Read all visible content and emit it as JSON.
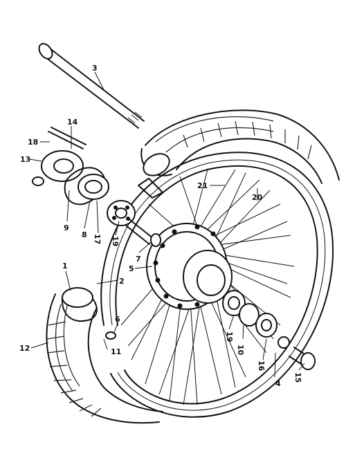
{
  "diagram": {
    "callouts": [
      {
        "id": "c1",
        "text": "1"
      },
      {
        "id": "c2",
        "text": "2"
      },
      {
        "id": "c3",
        "text": "3"
      },
      {
        "id": "c4",
        "text": "4"
      },
      {
        "id": "c5",
        "text": "5"
      },
      {
        "id": "c6",
        "text": "6"
      },
      {
        "id": "c7",
        "text": "7"
      },
      {
        "id": "c8",
        "text": "8"
      },
      {
        "id": "c9",
        "text": "9"
      },
      {
        "id": "c10",
        "text": "10"
      },
      {
        "id": "c11",
        "text": "11"
      },
      {
        "id": "c12",
        "text": "12"
      },
      {
        "id": "c13",
        "text": "13"
      },
      {
        "id": "c14",
        "text": "14"
      },
      {
        "id": "c15",
        "text": "15"
      },
      {
        "id": "c16",
        "text": "16"
      },
      {
        "id": "c17",
        "text": "17"
      },
      {
        "id": "c18",
        "text": "18"
      },
      {
        "id": "c19a",
        "text": "19"
      },
      {
        "id": "c19b",
        "text": "19"
      },
      {
        "id": "c20",
        "text": "20"
      },
      {
        "id": "c21",
        "text": "21"
      }
    ]
  }
}
